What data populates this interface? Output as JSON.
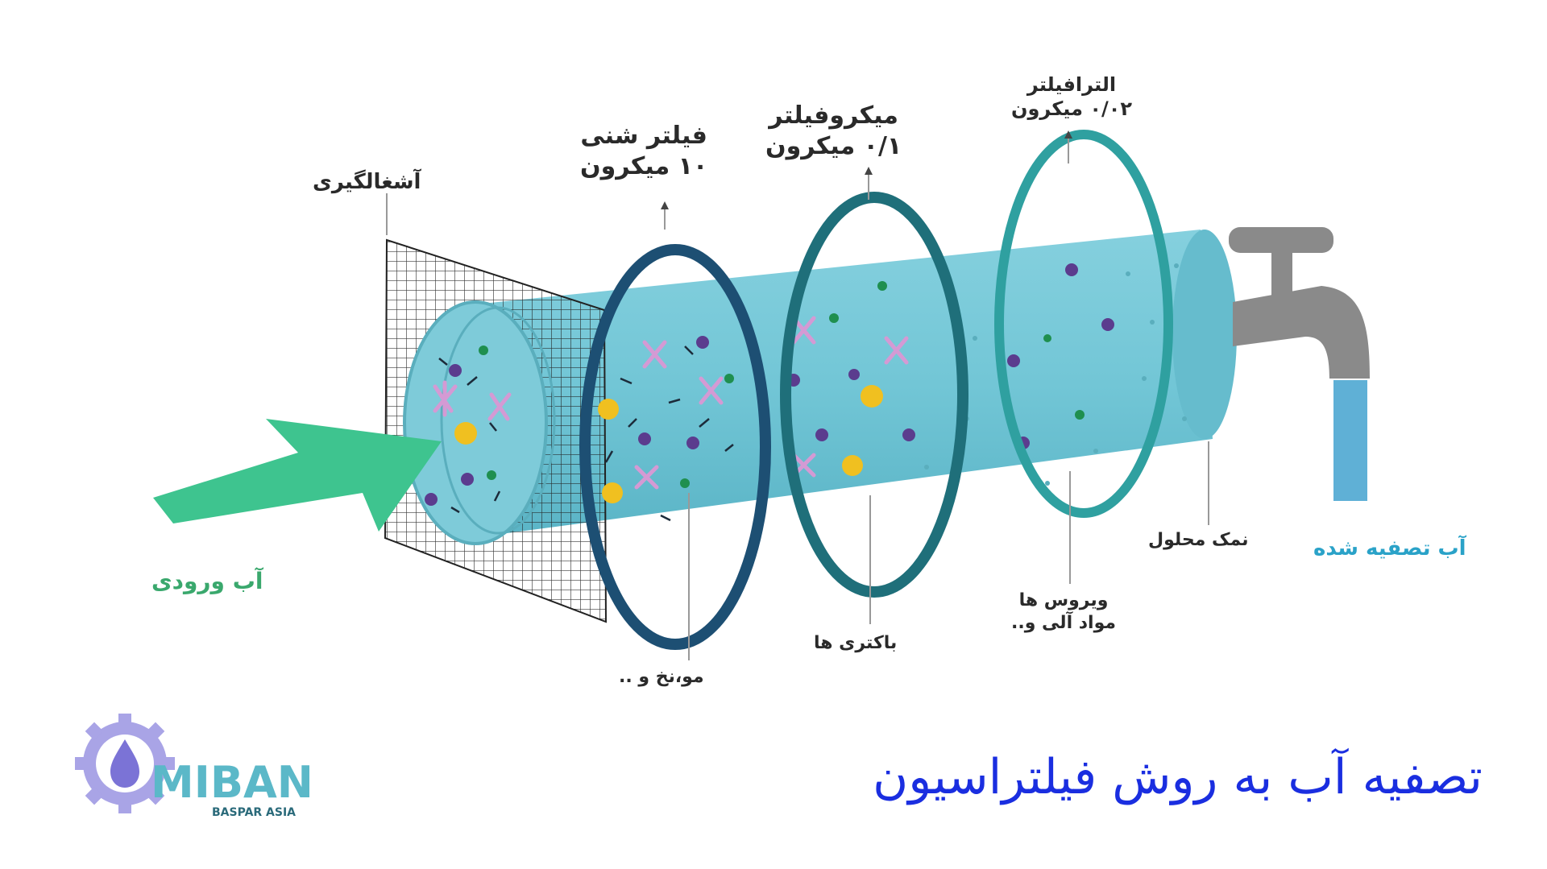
{
  "labels": {
    "screening": "آشغالگیری",
    "sand_filter_line1": "فیلتر شنی",
    "sand_filter_line2": "۱۰ میکرون",
    "microfilter_line1": "میکروفیلتر",
    "microfilter_line2": "۰/۱ میکرون",
    "ultrafilter_line1": "الترافیلتر",
    "ultrafilter_line2": "۰/۰۲ میکرون",
    "inlet_water": "آب ورودی",
    "hair_etc": "مو،نخ و ..",
    "bacteria": "باکتری ها",
    "viruses_line1": "ویروس ها",
    "viruses_line2": "مواد آلی و..",
    "dissolved_salt": "نمک محلول",
    "purified_water": "آب تصفیه شده"
  },
  "title": "تصفیه آب به روش فیلتراسیون",
  "logo": {
    "text": "MIBAN",
    "subtext": "BASPAR ASIA"
  },
  "colors": {
    "pipe_fill": "#72c6d6",
    "pipe_dark": "#5ab4c6",
    "arrow_green": "#3ec48f",
    "inlet_label_green": "#3aa86d",
    "ring_dark": "#1d4f73",
    "ring_mid": "#1f6f7a",
    "ring_light": "#2fa0a0",
    "faucet_gray": "#8a8a8a",
    "purified_blue": "#2aa2c8",
    "title_blue": "#1a2ee0",
    "particle_purple": "#5b3c8e",
    "particle_green": "#1f8f4f",
    "particle_pink": "#d49ad4",
    "particle_yellow": "#f0c020"
  }
}
